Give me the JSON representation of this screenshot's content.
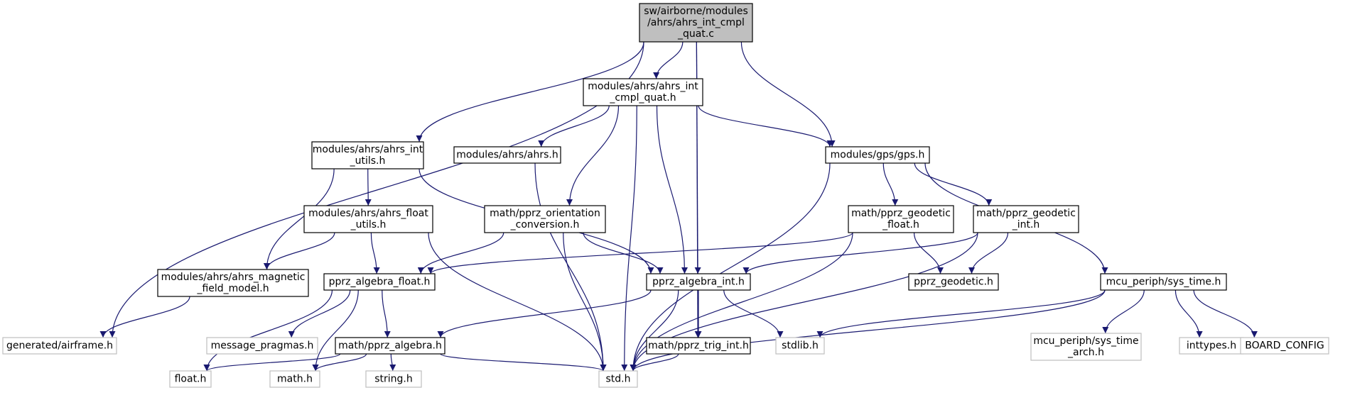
{
  "colors": {
    "edge": "#191970",
    "node_border": "#000000",
    "external_border": "#bfbfbf",
    "root_fill": "#bfbfbf",
    "node_fill": "#ffffff",
    "text": "#000000"
  },
  "nodes": [
    {
      "id": "root",
      "lines": [
        "sw/airborne/modules",
        "/ahrs/ahrs_int_cmpl",
        "_quat.c"
      ],
      "kind": "root"
    },
    {
      "id": "cmpl_h",
      "lines": [
        "modules/ahrs/ahrs_int",
        "_cmpl_quat.h"
      ],
      "kind": "normal"
    },
    {
      "id": "int_utils",
      "lines": [
        "modules/ahrs/ahrs_int",
        "_utils.h"
      ],
      "kind": "normal"
    },
    {
      "id": "ahrs_h",
      "lines": [
        "modules/ahrs/ahrs.h"
      ],
      "kind": "normal"
    },
    {
      "id": "gps_h",
      "lines": [
        "modules/gps/gps.h"
      ],
      "kind": "normal"
    },
    {
      "id": "float_utils",
      "lines": [
        "modules/ahrs/ahrs_float",
        "_utils.h"
      ],
      "kind": "normal"
    },
    {
      "id": "orient",
      "lines": [
        "math/pprz_orientation",
        "_conversion.h"
      ],
      "kind": "normal"
    },
    {
      "id": "geo_float",
      "lines": [
        "math/pprz_geodetic",
        "_float.h"
      ],
      "kind": "normal"
    },
    {
      "id": "geo_int",
      "lines": [
        "math/pprz_geodetic",
        "_int.h"
      ],
      "kind": "normal"
    },
    {
      "id": "mag",
      "lines": [
        "modules/ahrs/ahrs_magnetic",
        "_field_model.h"
      ],
      "kind": "normal"
    },
    {
      "id": "alg_float",
      "lines": [
        "pprz_algebra_float.h"
      ],
      "kind": "normal"
    },
    {
      "id": "alg_int",
      "lines": [
        "pprz_algebra_int.h"
      ],
      "kind": "normal"
    },
    {
      "id": "geodetic",
      "lines": [
        "pprz_geodetic.h"
      ],
      "kind": "normal"
    },
    {
      "id": "sys_time",
      "lines": [
        "mcu_periph/sys_time.h"
      ],
      "kind": "normal"
    },
    {
      "id": "airframe",
      "lines": [
        "generated/airframe.h"
      ],
      "kind": "external"
    },
    {
      "id": "msg_pragmas",
      "lines": [
        "message_pragmas.h"
      ],
      "kind": "external"
    },
    {
      "id": "alg",
      "lines": [
        "math/pprz_algebra.h"
      ],
      "kind": "normal"
    },
    {
      "id": "trig",
      "lines": [
        "math/pprz_trig_int.h"
      ],
      "kind": "normal"
    },
    {
      "id": "stdlib",
      "lines": [
        "stdlib.h"
      ],
      "kind": "external"
    },
    {
      "id": "sys_time_arch",
      "lines": [
        "mcu_periph/sys_time",
        "_arch.h"
      ],
      "kind": "external"
    },
    {
      "id": "inttypes",
      "lines": [
        "inttypes.h"
      ],
      "kind": "external"
    },
    {
      "id": "board",
      "lines": [
        "BOARD_CONFIG"
      ],
      "kind": "external"
    },
    {
      "id": "float_h",
      "lines": [
        "float.h"
      ],
      "kind": "external"
    },
    {
      "id": "math_h",
      "lines": [
        "math.h"
      ],
      "kind": "external"
    },
    {
      "id": "string_h",
      "lines": [
        "string.h"
      ],
      "kind": "external"
    },
    {
      "id": "std_h",
      "lines": [
        "std.h"
      ],
      "kind": "external"
    }
  ],
  "edges": [
    [
      "root",
      "airframe"
    ],
    [
      "root",
      "int_utils"
    ],
    [
      "root",
      "cmpl_h"
    ],
    [
      "root",
      "alg_int"
    ],
    [
      "root",
      "trig"
    ],
    [
      "root",
      "gps_h"
    ],
    [
      "cmpl_h",
      "ahrs_h"
    ],
    [
      "cmpl_h",
      "orient"
    ],
    [
      "cmpl_h",
      "std_h"
    ],
    [
      "cmpl_h",
      "alg_int"
    ],
    [
      "cmpl_h",
      "gps_h"
    ],
    [
      "int_utils",
      "float_utils"
    ],
    [
      "int_utils",
      "mag"
    ],
    [
      "int_utils",
      "alg_int"
    ],
    [
      "ahrs_h",
      "std_h"
    ],
    [
      "gps_h",
      "std_h"
    ],
    [
      "gps_h",
      "geo_float"
    ],
    [
      "gps_h",
      "geo_int"
    ],
    [
      "gps_h",
      "sys_time"
    ],
    [
      "float_utils",
      "mag"
    ],
    [
      "float_utils",
      "alg_float"
    ],
    [
      "float_utils",
      "std_h"
    ],
    [
      "orient",
      "alg_float"
    ],
    [
      "orient",
      "std_h"
    ],
    [
      "orient",
      "alg_int"
    ],
    [
      "geo_float",
      "alg_float"
    ],
    [
      "geo_float",
      "geodetic"
    ],
    [
      "geo_float",
      "std_h"
    ],
    [
      "geo_int",
      "alg_int"
    ],
    [
      "geo_int",
      "geodetic"
    ],
    [
      "geo_int",
      "std_h"
    ],
    [
      "mag",
      "airframe"
    ],
    [
      "alg_float",
      "msg_pragmas"
    ],
    [
      "alg_float",
      "alg"
    ],
    [
      "alg_float",
      "float_h"
    ],
    [
      "alg_float",
      "math_h"
    ],
    [
      "alg_int",
      "alg"
    ],
    [
      "alg_int",
      "trig"
    ],
    [
      "alg_int",
      "stdlib"
    ],
    [
      "alg_int",
      "std_h"
    ],
    [
      "sys_time",
      "stdlib"
    ],
    [
      "sys_time",
      "sys_time_arch"
    ],
    [
      "sys_time",
      "inttypes"
    ],
    [
      "sys_time",
      "board"
    ],
    [
      "sys_time",
      "std_h"
    ],
    [
      "alg",
      "float_h"
    ],
    [
      "alg",
      "math_h"
    ],
    [
      "alg",
      "string_h"
    ],
    [
      "alg",
      "std_h"
    ],
    [
      "trig",
      "std_h"
    ]
  ]
}
